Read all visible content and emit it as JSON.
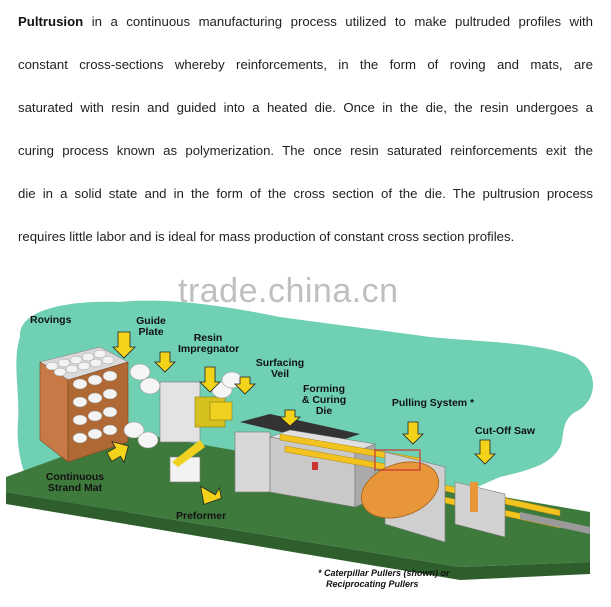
{
  "paragraph": {
    "term": "Pultrusion",
    "lines": [
      " in a continuous manufacturing process utilized to make pultruded profiles with",
      "constant cross-sections whereby reinforcements, in the form of roving and mats, are",
      "saturated with resin and guided into a heated die. Once in the die, the resin undergoes a",
      "curing process known as polymerization. The once resin saturated reinforcements exit the",
      "die in a solid state and in the form of the cross section of the die. The pultrusion process",
      "requires little labor and is ideal for mass production of constant cross section profiles."
    ]
  },
  "diagram": {
    "watermark": "trade.china.cn",
    "labels": {
      "rovings": "Rovings",
      "guide_plate": "Guide Plate",
      "resin_impregnator": "Resin Impregnator",
      "surfacing_veil": "Surfacing Veil",
      "forming_curing_die": "Forming & Curing Die",
      "pulling_system": "Pulling System *",
      "cut_off_saw": "Cut-Off Saw",
      "continuous_strand_mat": "Continuous Strand Mat",
      "preformer": "Preformer"
    },
    "footnote": {
      "line1": "* Caterpillar Pullers (shown) or",
      "line2": "Reciprocating Pullers"
    },
    "colors": {
      "backdrop": "#6fd0b4",
      "floor": "#3f7a3d",
      "profiles": "#f2c21e",
      "machine": "#c9c9c9",
      "caterpillar": "#e8963a",
      "arrow": "#f3d21a"
    }
  }
}
